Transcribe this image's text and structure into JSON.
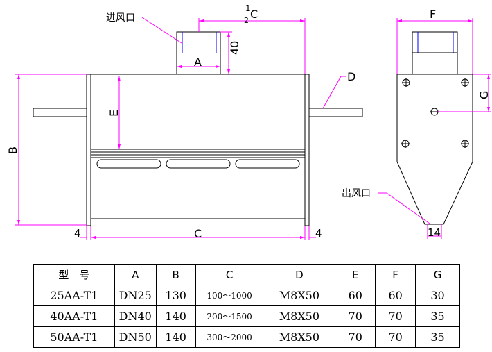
{
  "labels": {
    "inlet": "进风口",
    "outlet": "出风口",
    "top_c": "C",
    "top_c_frac_num": "1",
    "top_c_frac_den": "2",
    "a": "A",
    "b": "B",
    "c": "C",
    "d": "D",
    "e": "E",
    "f": "F",
    "g": "G",
    "dim_40": "40",
    "dim_4_left": "4",
    "dim_4_right": "4",
    "dim_14": "14"
  },
  "table": {
    "headers": [
      "型　号",
      "A",
      "B",
      "C",
      "D",
      "E",
      "F",
      "G"
    ],
    "rows": [
      [
        "25AA-T1",
        "DN25",
        "130",
        "100～1000",
        "M8X50",
        "60",
        "60",
        "30"
      ],
      [
        "40AA-T1",
        "DN40",
        "140",
        "200～1500",
        "M8X50",
        "70",
        "70",
        "35"
      ],
      [
        "50AA-T1",
        "DN50",
        "140",
        "300～2000",
        "M8X50",
        "70",
        "70",
        "35"
      ]
    ]
  },
  "colors": {
    "line": "#000000",
    "dimension": "#ff00ff",
    "accent": "#0000ff"
  }
}
